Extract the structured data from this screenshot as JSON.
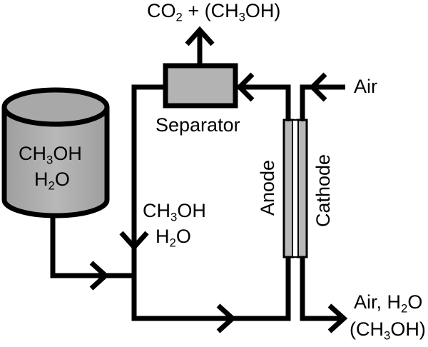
{
  "labels": {
    "top_output": {
      "pre": "CO",
      "sub": "2",
      "post": " + (CH",
      "sub2": "3",
      "post2": "OH)"
    },
    "separator": "Separator",
    "tank_line1": {
      "pre": "CH",
      "sub": "3",
      "post": "OH"
    },
    "tank_line2": {
      "pre": "H",
      "sub": "2",
      "post": "O"
    },
    "feed_line1": {
      "pre": "CH",
      "sub": "3",
      "post": "OH"
    },
    "feed_line2": {
      "pre": "H",
      "sub": "2",
      "post": "O"
    },
    "anode": "Anode",
    "cathode": "Cathode",
    "air_in": "Air",
    "exhaust_line1": {
      "pre": "Air, H",
      "sub": "2",
      "post": "O"
    },
    "exhaust_line2": "(CH3OH)",
    "exhaust_line2_parts": {
      "pre": "(CH",
      "sub": "3",
      "post": "OH)"
    }
  },
  "colors": {
    "stroke": "#000000",
    "fill": "#b3b3b3",
    "tank_fill": "#aaaaaa"
  }
}
